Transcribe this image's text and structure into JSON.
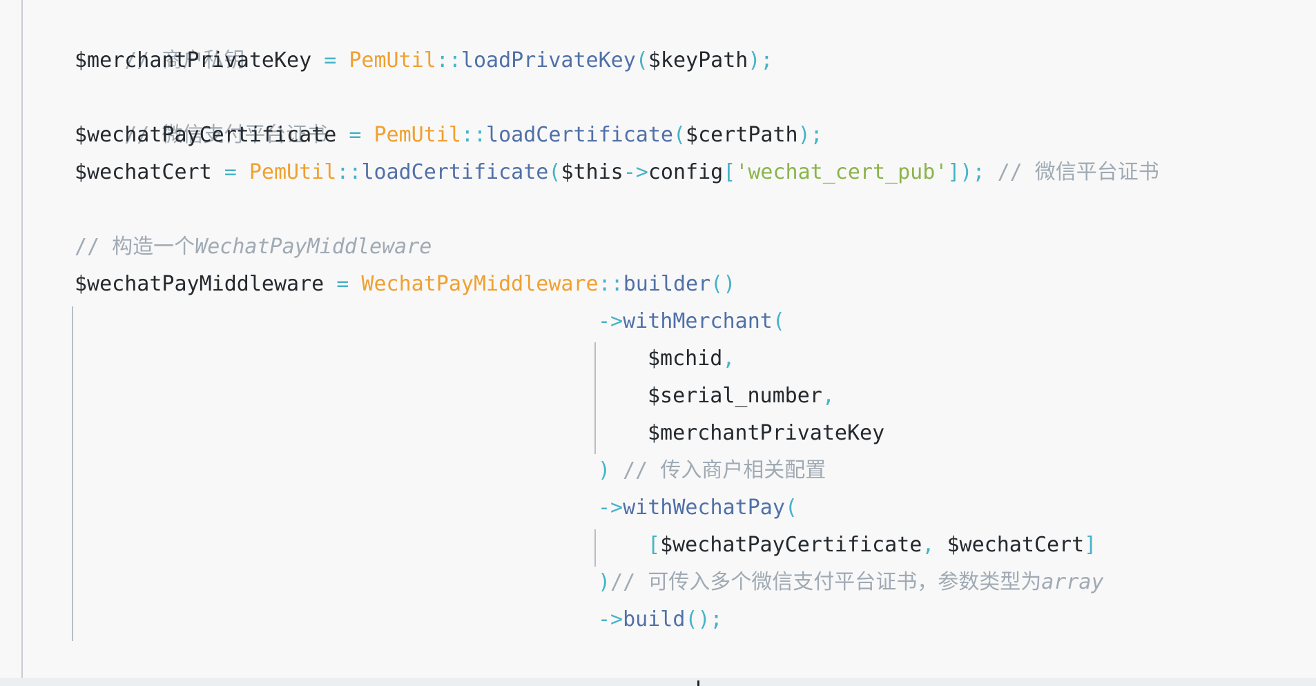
{
  "editor": {
    "lines": {
      "l1": {
        "comment": "// 商户私钥"
      },
      "l2": {
        "var": "$merchantPrivateKey",
        "eq": " = ",
        "cls": "PemUtil",
        "sep": "::",
        "fn": "loadPrivateKey",
        "open": "(",
        "arg": "$keyPath",
        "close": ");"
      },
      "l3": {
        "comment": "// 微信支付平台证书"
      },
      "l4": {
        "var": "$wechatPayCertificate",
        "eq": " = ",
        "cls": "PemUtil",
        "sep": "::",
        "fn": "loadCertificate",
        "open": "(",
        "arg": "$certPath",
        "close": ");"
      },
      "l5": {
        "var": "$wechatCert",
        "eq": " = ",
        "cls": "PemUtil",
        "sep": "::",
        "fn": "loadCertificate",
        "open": "(",
        "arg1": "$this",
        "arrow": "->",
        "prop": "config",
        "lbr": "[",
        "str": "'wechat_cert_pub'",
        "rbr": "]);",
        "comment": " // 微信平台证书"
      },
      "l7": {
        "comment": "// 构造一个",
        "comment_italic": "WechatPayMiddleware"
      },
      "l8": {
        "var": "$wechatPayMiddleware",
        "eq": " = ",
        "cls": "WechatPayMiddleware",
        "sep": "::",
        "fn": "builder",
        "parens": "()"
      },
      "l9": {
        "arrow": "->",
        "fn": "withMerchant",
        "open": "("
      },
      "l10": {
        "var": "$mchid",
        "comma": ","
      },
      "l11": {
        "var": "$serial_number",
        "comma": ","
      },
      "l12": {
        "var": "$merchantPrivateKey"
      },
      "l13": {
        "close": ")",
        "comment": " // 传入商户相关配置"
      },
      "l14": {
        "arrow": "->",
        "fn": "withWechatPay",
        "open": "("
      },
      "l15": {
        "lbr": "[",
        "var1": "$wechatPayCertificate",
        "comma": ", ",
        "var2": "$wechatCert",
        "rbr": "]"
      },
      "l16": {
        "close": ")",
        "comment": "// 可传入多个微信支付平台证书，参数类型为",
        "comment_italic": "array"
      },
      "l17": {
        "arrow": "->",
        "fn": "build",
        "close": "();"
      }
    }
  }
}
